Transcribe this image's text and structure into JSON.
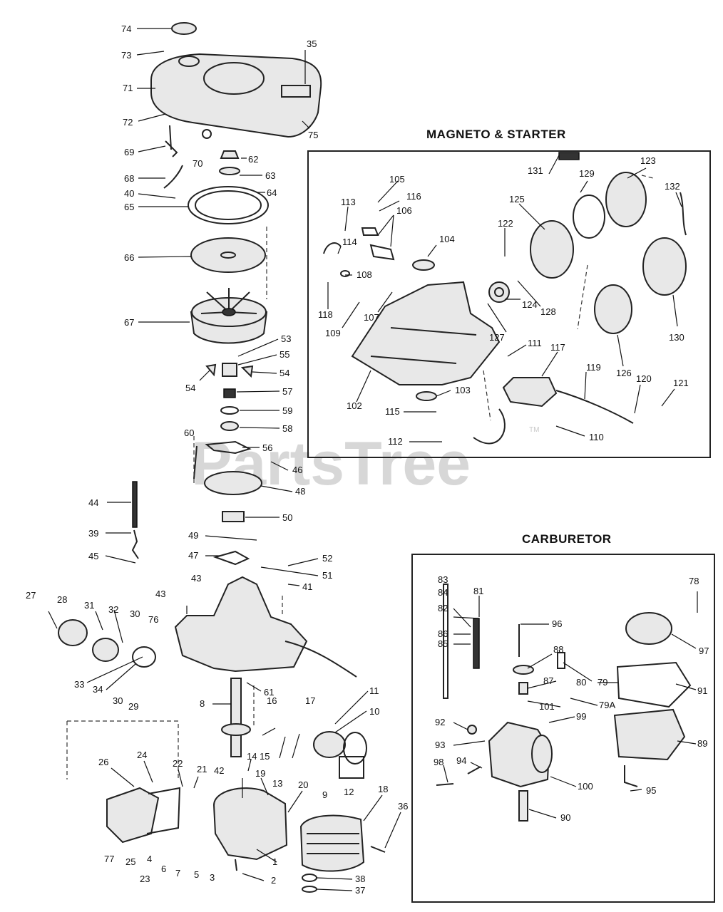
{
  "sections": {
    "magneto_starter": "MAGNETO & STARTER",
    "carburetor": "CARBURETOR"
  },
  "watermark": {
    "text": "PartsTree",
    "trademark": "TM"
  },
  "labels": [
    {
      "id": "74",
      "text": "74"
    },
    {
      "id": "73",
      "text": "73"
    },
    {
      "id": "35",
      "text": "35"
    },
    {
      "id": "71",
      "text": "71"
    },
    {
      "id": "72",
      "text": "72"
    },
    {
      "id": "75",
      "text": "75"
    },
    {
      "id": "69",
      "text": "69"
    },
    {
      "id": "70",
      "text": "70"
    },
    {
      "id": "62",
      "text": "62"
    },
    {
      "id": "68",
      "text": "68"
    },
    {
      "id": "63",
      "text": "63"
    },
    {
      "id": "40",
      "text": "40"
    },
    {
      "id": "64",
      "text": "64"
    },
    {
      "id": "65",
      "text": "65"
    },
    {
      "id": "66",
      "text": "66"
    },
    {
      "id": "67",
      "text": "67"
    },
    {
      "id": "53",
      "text": "53"
    },
    {
      "id": "55",
      "text": "55"
    },
    {
      "id": "54a",
      "text": "54"
    },
    {
      "id": "54b",
      "text": "54"
    },
    {
      "id": "57",
      "text": "57"
    },
    {
      "id": "59",
      "text": "59"
    },
    {
      "id": "58",
      "text": "58"
    },
    {
      "id": "60",
      "text": "60"
    },
    {
      "id": "56",
      "text": "56"
    },
    {
      "id": "46",
      "text": "46"
    },
    {
      "id": "48",
      "text": "48"
    },
    {
      "id": "44",
      "text": "44"
    },
    {
      "id": "50",
      "text": "50"
    },
    {
      "id": "39",
      "text": "39"
    },
    {
      "id": "49",
      "text": "49"
    },
    {
      "id": "45",
      "text": "45"
    },
    {
      "id": "47",
      "text": "47"
    },
    {
      "id": "52",
      "text": "52"
    },
    {
      "id": "51",
      "text": "51"
    },
    {
      "id": "43a",
      "text": "43"
    },
    {
      "id": "41",
      "text": "41"
    },
    {
      "id": "27",
      "text": "27"
    },
    {
      "id": "28",
      "text": "28"
    },
    {
      "id": "31",
      "text": "31"
    },
    {
      "id": "32",
      "text": "32"
    },
    {
      "id": "30a",
      "text": "30"
    },
    {
      "id": "43b",
      "text": "43"
    },
    {
      "id": "76",
      "text": "76"
    },
    {
      "id": "33",
      "text": "33"
    },
    {
      "id": "34",
      "text": "34"
    },
    {
      "id": "30b",
      "text": "30"
    },
    {
      "id": "29",
      "text": "29"
    },
    {
      "id": "61",
      "text": "61"
    },
    {
      "id": "11",
      "text": "11"
    },
    {
      "id": "8",
      "text": "8"
    },
    {
      "id": "16",
      "text": "16"
    },
    {
      "id": "17",
      "text": "17"
    },
    {
      "id": "10",
      "text": "10"
    },
    {
      "id": "14",
      "text": "14"
    },
    {
      "id": "15",
      "text": "15"
    },
    {
      "id": "13",
      "text": "13"
    },
    {
      "id": "24",
      "text": "24"
    },
    {
      "id": "26",
      "text": "26"
    },
    {
      "id": "22",
      "text": "22"
    },
    {
      "id": "21",
      "text": "21"
    },
    {
      "id": "42",
      "text": "42"
    },
    {
      "id": "19",
      "text": "19"
    },
    {
      "id": "9",
      "text": "9"
    },
    {
      "id": "12",
      "text": "12"
    },
    {
      "id": "20",
      "text": "20"
    },
    {
      "id": "18",
      "text": "18"
    },
    {
      "id": "36",
      "text": "36"
    },
    {
      "id": "77",
      "text": "77"
    },
    {
      "id": "25",
      "text": "25"
    },
    {
      "id": "23",
      "text": "23"
    },
    {
      "id": "4",
      "text": "4"
    },
    {
      "id": "6",
      "text": "6"
    },
    {
      "id": "7",
      "text": "7"
    },
    {
      "id": "5",
      "text": "5"
    },
    {
      "id": "3",
      "text": "3"
    },
    {
      "id": "1",
      "text": "1"
    },
    {
      "id": "2",
      "text": "2"
    },
    {
      "id": "38",
      "text": "38"
    },
    {
      "id": "37",
      "text": "37"
    },
    {
      "id": "105",
      "text": "105"
    },
    {
      "id": "116",
      "text": "116"
    },
    {
      "id": "113",
      "text": "113"
    },
    {
      "id": "106",
      "text": "106"
    },
    {
      "id": "131",
      "text": "131"
    },
    {
      "id": "129",
      "text": "129"
    },
    {
      "id": "123",
      "text": "123"
    },
    {
      "id": "132",
      "text": "132"
    },
    {
      "id": "125",
      "text": "125"
    },
    {
      "id": "122",
      "text": "122"
    },
    {
      "id": "104",
      "text": "104"
    },
    {
      "id": "114",
      "text": "114"
    },
    {
      "id": "108",
      "text": "108"
    },
    {
      "id": "118",
      "text": "118"
    },
    {
      "id": "107",
      "text": "107"
    },
    {
      "id": "109",
      "text": "109"
    },
    {
      "id": "128",
      "text": "128"
    },
    {
      "id": "127",
      "text": "127"
    },
    {
      "id": "124",
      "text": "124"
    },
    {
      "id": "130",
      "text": "130"
    },
    {
      "id": "111",
      "text": "111"
    },
    {
      "id": "117",
      "text": "117"
    },
    {
      "id": "126",
      "text": "126"
    },
    {
      "id": "102",
      "text": "102"
    },
    {
      "id": "103",
      "text": "103"
    },
    {
      "id": "119",
      "text": "119"
    },
    {
      "id": "120",
      "text": "120"
    },
    {
      "id": "121",
      "text": "121"
    },
    {
      "id": "115",
      "text": "115"
    },
    {
      "id": "112",
      "text": "112"
    },
    {
      "id": "110",
      "text": "110"
    },
    {
      "id": "83",
      "text": "83"
    },
    {
      "id": "81",
      "text": "81"
    },
    {
      "id": "78",
      "text": "78"
    },
    {
      "id": "84",
      "text": "84"
    },
    {
      "id": "82",
      "text": "82"
    },
    {
      "id": "96",
      "text": "96"
    },
    {
      "id": "86",
      "text": "86"
    },
    {
      "id": "85",
      "text": "85"
    },
    {
      "id": "97",
      "text": "97"
    },
    {
      "id": "88",
      "text": "88"
    },
    {
      "id": "87",
      "text": "87"
    },
    {
      "id": "80",
      "text": "80"
    },
    {
      "id": "79",
      "text": "79"
    },
    {
      "id": "91",
      "text": "91"
    },
    {
      "id": "101",
      "text": "101"
    },
    {
      "id": "79A",
      "text": "79A"
    },
    {
      "id": "99",
      "text": "99"
    },
    {
      "id": "92",
      "text": "92"
    },
    {
      "id": "93",
      "text": "93"
    },
    {
      "id": "89",
      "text": "89"
    },
    {
      "id": "94",
      "text": "94"
    },
    {
      "id": "98",
      "text": "98"
    },
    {
      "id": "100",
      "text": "100"
    },
    {
      "id": "95",
      "text": "95"
    },
    {
      "id": "90",
      "text": "90"
    }
  ]
}
